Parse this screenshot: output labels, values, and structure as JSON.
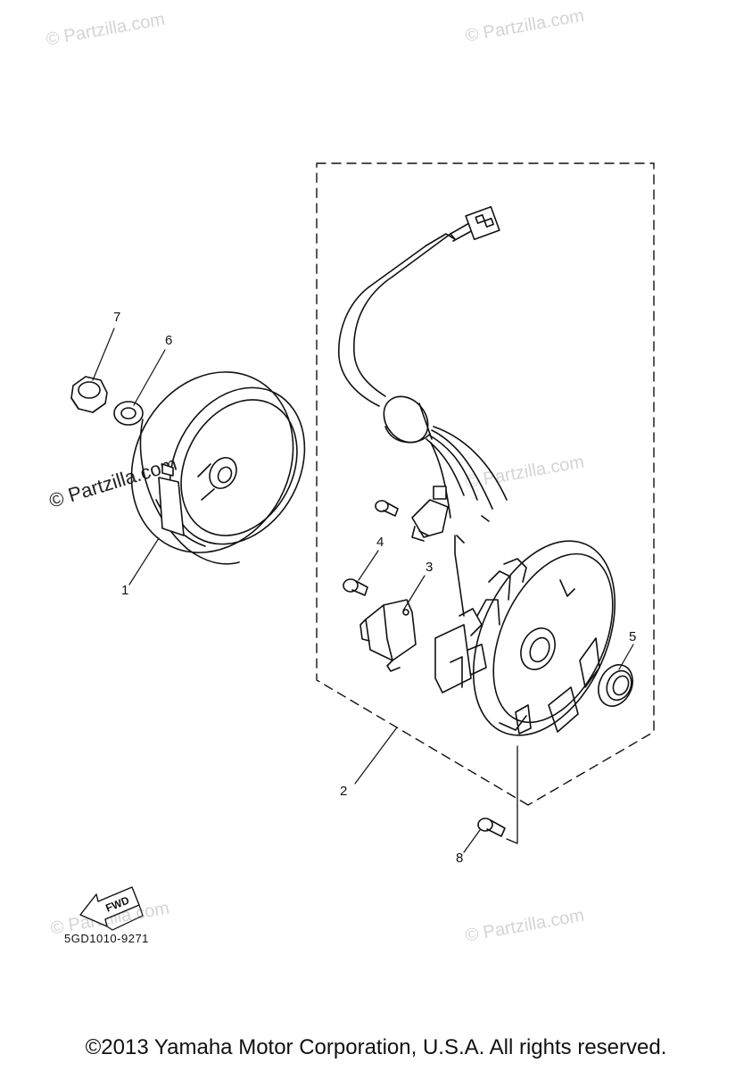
{
  "watermarks": {
    "top_left": "© Partzilla.com",
    "top_right": "© Partzilla.com",
    "left_center": "© Partzilla.com",
    "right_center": "© Partzilla.com",
    "bottom_left": "© Partzilla.com",
    "bottom_right": "© Partzilla.com"
  },
  "callouts": {
    "item_1": "1",
    "item_2": "2",
    "item_3": "3",
    "item_4": "4",
    "item_5": "5",
    "item_6": "6",
    "item_7": "7",
    "item_8": "8"
  },
  "fwd_label": "FWD",
  "diagram_code": "5GD1010-9271",
  "footer": "©2013 Yamaha Motor Corporation, U.S.A. All rights reserved."
}
